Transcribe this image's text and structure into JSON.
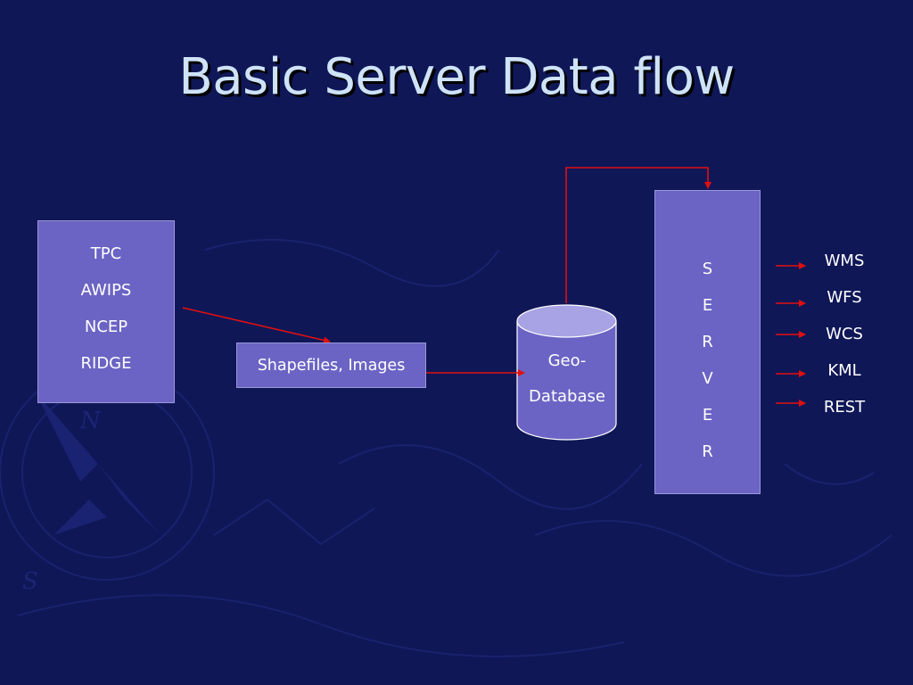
{
  "slide": {
    "title": "Basic Server Data flow"
  },
  "diagram": {
    "sources": [
      "TPC",
      "AWIPS",
      "NCEP",
      "RIDGE"
    ],
    "intermediate": "Shapefiles, Images",
    "database": {
      "line1": "Geo-",
      "line2": "Database"
    },
    "server_letters": [
      "S",
      "E",
      "R",
      "V",
      "E",
      "R"
    ],
    "services": [
      "WMS",
      "WFS",
      "WCS",
      "KML",
      "REST"
    ]
  },
  "colors": {
    "background": "#0f1757",
    "box_fill": "#6b64c4",
    "arrow": "#e01010",
    "title_text": "#cfe3f8"
  }
}
